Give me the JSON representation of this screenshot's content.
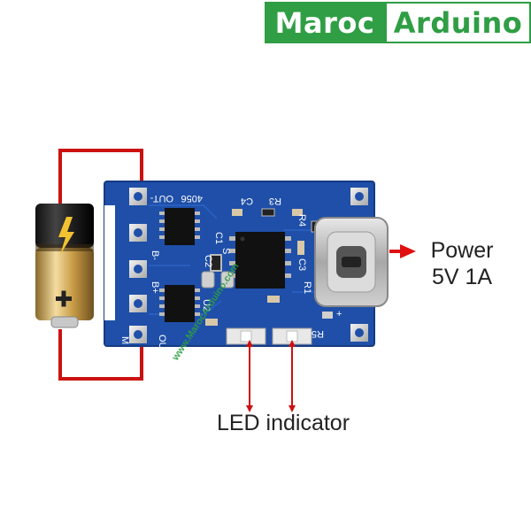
{
  "logo": {
    "part1": "Maroc",
    "part2": "Arduino"
  },
  "labels": {
    "power_line1": "Power",
    "power_line2": "5V 1A",
    "led": "LED indicator"
  },
  "silkscreen": {
    "ic_name": "4056",
    "out_minus": "OUT-",
    "out_plus": "OUT+",
    "b_minus": "B-",
    "b_plus": "B+",
    "pad_m": "M",
    "c4": "C4",
    "r3": "R3",
    "r4": "R4",
    "c1": "C1",
    "c2": "C2",
    "c3": "C3",
    "r1": "R1",
    "r5": "R5",
    "u2": "U2",
    "s": "S",
    "plus": "+",
    "watermark": "www.MarocArduino.com"
  },
  "colors": {
    "wire": "#cc1111",
    "pcb": "#1f4fa8",
    "pcb_dark": "#163b82",
    "brand_green": "#2f9e44",
    "arrow": "#e01010"
  }
}
